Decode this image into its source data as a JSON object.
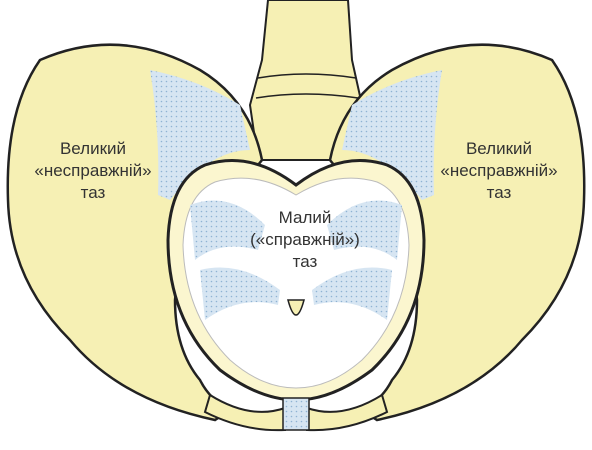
{
  "colors": {
    "bone": "#f6f0b4",
    "bone_outline": "#222222",
    "ligament": "#cfe0ef",
    "ligament_dots": "#8fb3d3",
    "cavity": "#ffffff",
    "text": "#333333"
  },
  "labels": {
    "left": {
      "line1": "Великий",
      "line2": "«несправжній»",
      "line3": "таз"
    },
    "right": {
      "line1": "Великий",
      "line2": "«несправжній»",
      "line3": "таз"
    },
    "center": {
      "line1": "Малий",
      "line2": "(«справжній»)",
      "line3": "таз"
    }
  }
}
